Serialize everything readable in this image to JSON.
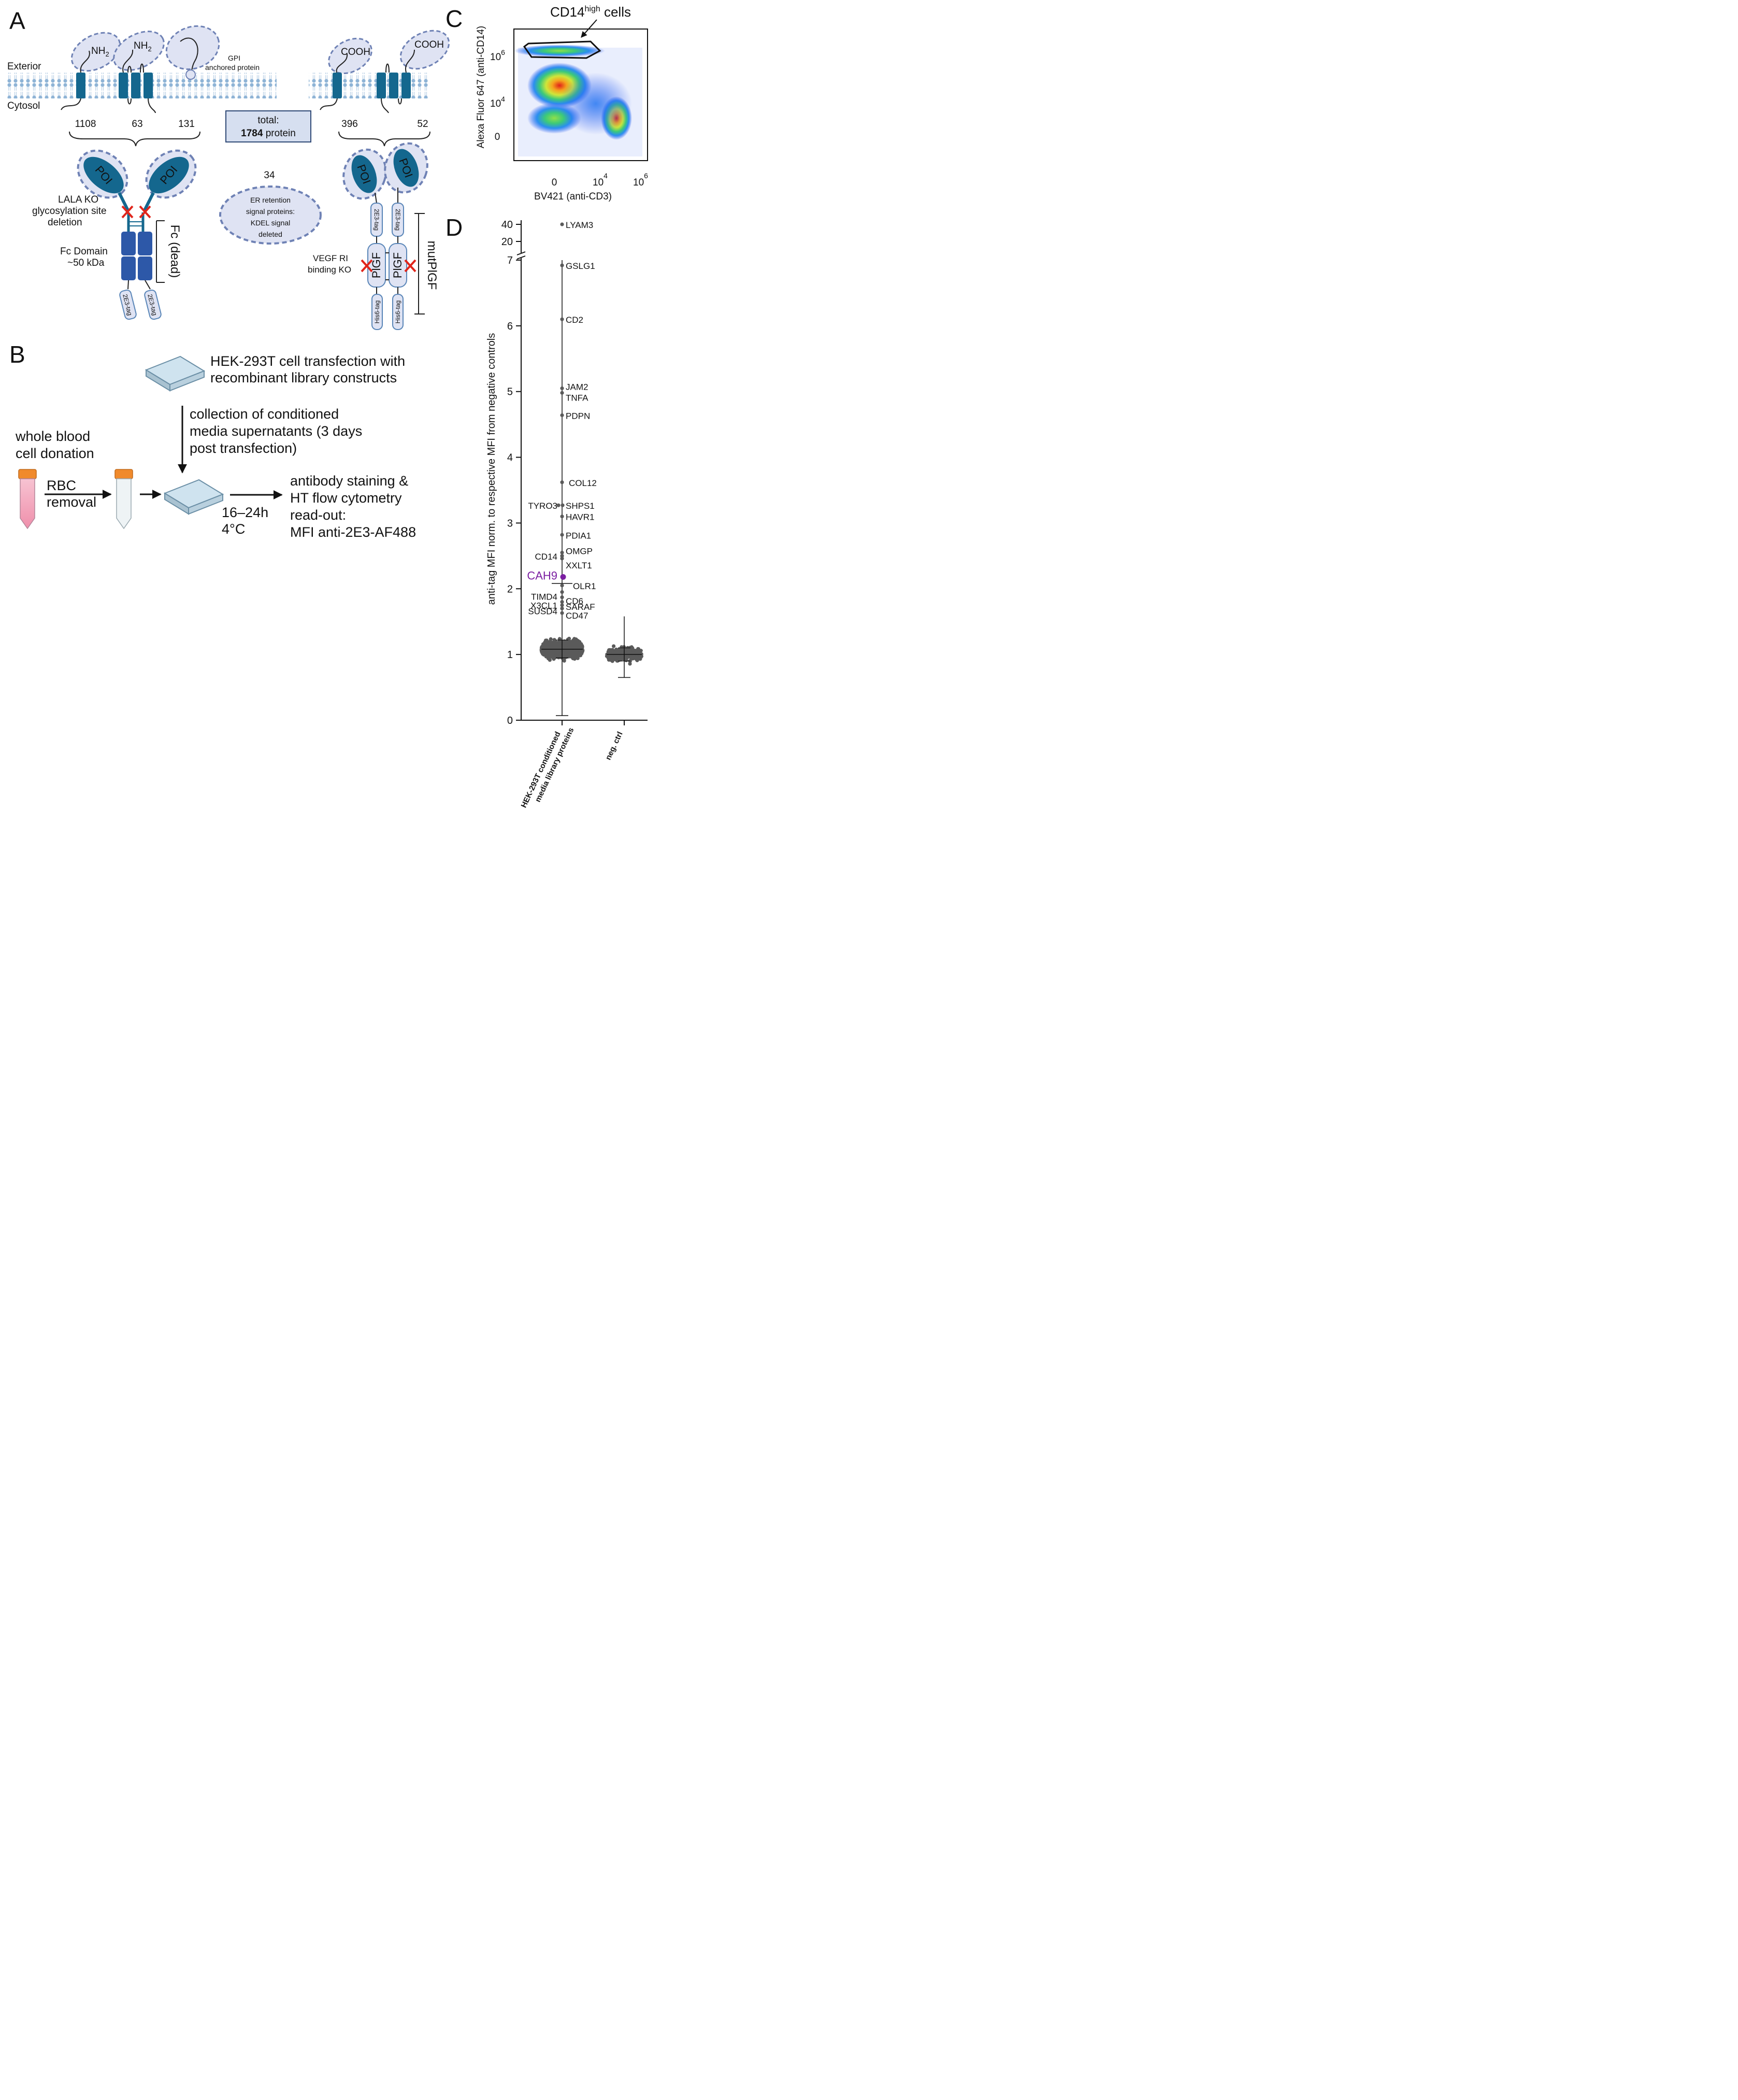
{
  "panels": {
    "a": "A",
    "b": "B",
    "c": "C",
    "d": "D"
  },
  "panel_a": {
    "exterior": "Exterior",
    "cytosol": "Cytosol",
    "nh2": "NH",
    "nh2_sub": "2",
    "cooh": "COOH",
    "gpi_line1": "GPI",
    "gpi_line2": "anchored protein",
    "counts": [
      "1108",
      "63",
      "131",
      "396",
      "52"
    ],
    "total_line1": "total:",
    "total_bold": "1784",
    "total_rest": " protein",
    "er_count": "34",
    "er_line1": "ER retention",
    "er_line2": "signal proteins:",
    "er_line3": "KDEL signal",
    "er_line4": "deleted",
    "poi": "POI",
    "lala_line1": "LALA KO",
    "lala_line2": "glycosylation site",
    "lala_line3": "deletion",
    "fc_domain_line1": "Fc Domain",
    "fc_domain_line2": "~50 kDa",
    "fc_dead": "Fc (dead)",
    "tag_2e3": "2E3-tag",
    "tag_his6": "His6-tag",
    "plgf": "PlGF",
    "vegf_line1": "VEGF RI",
    "vegf_line2": "binding KO",
    "mutplgf": "mutPlGF"
  },
  "panel_b": {
    "hek_line1": "HEK-293T cell transfection with",
    "hek_line2": "recombinant library constructs",
    "collect_line1": "collection of conditioned",
    "collect_line2": "media supernatants (3 days",
    "collect_line3": "post transfection)",
    "blood_line1": "whole blood",
    "blood_line2": "cell donation",
    "rbc_line1": "RBC",
    "rbc_line2": "removal",
    "time_line1": "16–24h",
    "time_line2": "4°C",
    "read_line1": "antibody staining &",
    "read_line2": "HT flow cytometry",
    "read_line3": "read-out:",
    "read_line4": "MFI anti-2E3-AF488"
  },
  "panel_c": {
    "gate_main": "CD14",
    "gate_sup": "high",
    "gate_rest": " cells",
    "xlabel": "BV421 (anti-CD3)",
    "ylabel": "Alexa Fluor 647 (anti-CD14)",
    "x_ticks": [
      {
        "base": "0",
        "exp": ""
      },
      {
        "base": "10",
        "exp": "4"
      },
      {
        "base": "10",
        "exp": "6"
      }
    ],
    "y_ticks": [
      {
        "base": "0",
        "exp": ""
      },
      {
        "base": "10",
        "exp": "4"
      },
      {
        "base": "10",
        "exp": "6"
      }
    ]
  },
  "chart_data": {
    "type": "scatter",
    "ylabel": "anti-tag MFI norm. to respective MFI from negative controls",
    "categories": [
      "HEK-293T conditioned media library proteins",
      "neg. ctrl"
    ],
    "y_ticks_lower": [
      "0",
      "1",
      "2",
      "3",
      "4",
      "5",
      "6",
      "7"
    ],
    "y_ticks_upper": [
      "20",
      "40"
    ],
    "ylim_lower": [
      0,
      7
    ],
    "axis_break": [
      7,
      20
    ],
    "ylim_upper": [
      20,
      40
    ],
    "highlight_color": "#7b1fa2",
    "point_color": "#5a5a5a",
    "series": [
      {
        "values": [],
        "summary": {
          "median": 1.08,
          "q1": 0.95,
          "q3": 1.22,
          "min": 0.07,
          "max": 40
        }
      },
      {
        "values": [],
        "summary": {
          "median": 1.0,
          "q1": 0.9,
          "q3": 1.1,
          "min": 0.65,
          "max": 1.58
        }
      }
    ],
    "labeled_points": [
      {
        "label": "LYAM3",
        "y": 40,
        "highlight": false
      },
      {
        "label": "GSLG1",
        "y": 6.92,
        "highlight": false
      },
      {
        "label": "CD2",
        "y": 6.1,
        "highlight": false
      },
      {
        "label": "JAM2",
        "y": 5.05,
        "highlight": false
      },
      {
        "label": "TNFA",
        "y": 4.98,
        "highlight": false
      },
      {
        "label": "PDPN",
        "y": 4.64,
        "highlight": false
      },
      {
        "label": "COL12",
        "y": 3.62,
        "highlight": false
      },
      {
        "label": "TYRO3",
        "y": 3.27,
        "highlight": false
      },
      {
        "label": "SHPS1",
        "y": 3.27,
        "highlight": false
      },
      {
        "label": "HAVR1",
        "y": 3.1,
        "highlight": false
      },
      {
        "label": "PDIA1",
        "y": 2.82,
        "highlight": false
      },
      {
        "label": "OMGP",
        "y": 2.55,
        "highlight": false
      },
      {
        "label": "CD14",
        "y": 2.5,
        "highlight": false
      },
      {
        "label": "XXLT1",
        "y": 2.46,
        "highlight": false
      },
      {
        "label": "CAH9",
        "y": 2.18,
        "highlight": true
      },
      {
        "label": "OLR1",
        "y": 2.05,
        "highlight": false
      },
      {
        "label": "TIMD4",
        "y": 1.95,
        "highlight": false
      },
      {
        "label": "CD6",
        "y": 1.87,
        "highlight": false
      },
      {
        "label": "X3CL1",
        "y": 1.8,
        "highlight": false
      },
      {
        "label": "SARAF",
        "y": 1.75,
        "highlight": false
      },
      {
        "label": "SUSD4",
        "y": 1.7,
        "highlight": false
      },
      {
        "label": "CD47",
        "y": 1.63,
        "highlight": false
      }
    ]
  }
}
